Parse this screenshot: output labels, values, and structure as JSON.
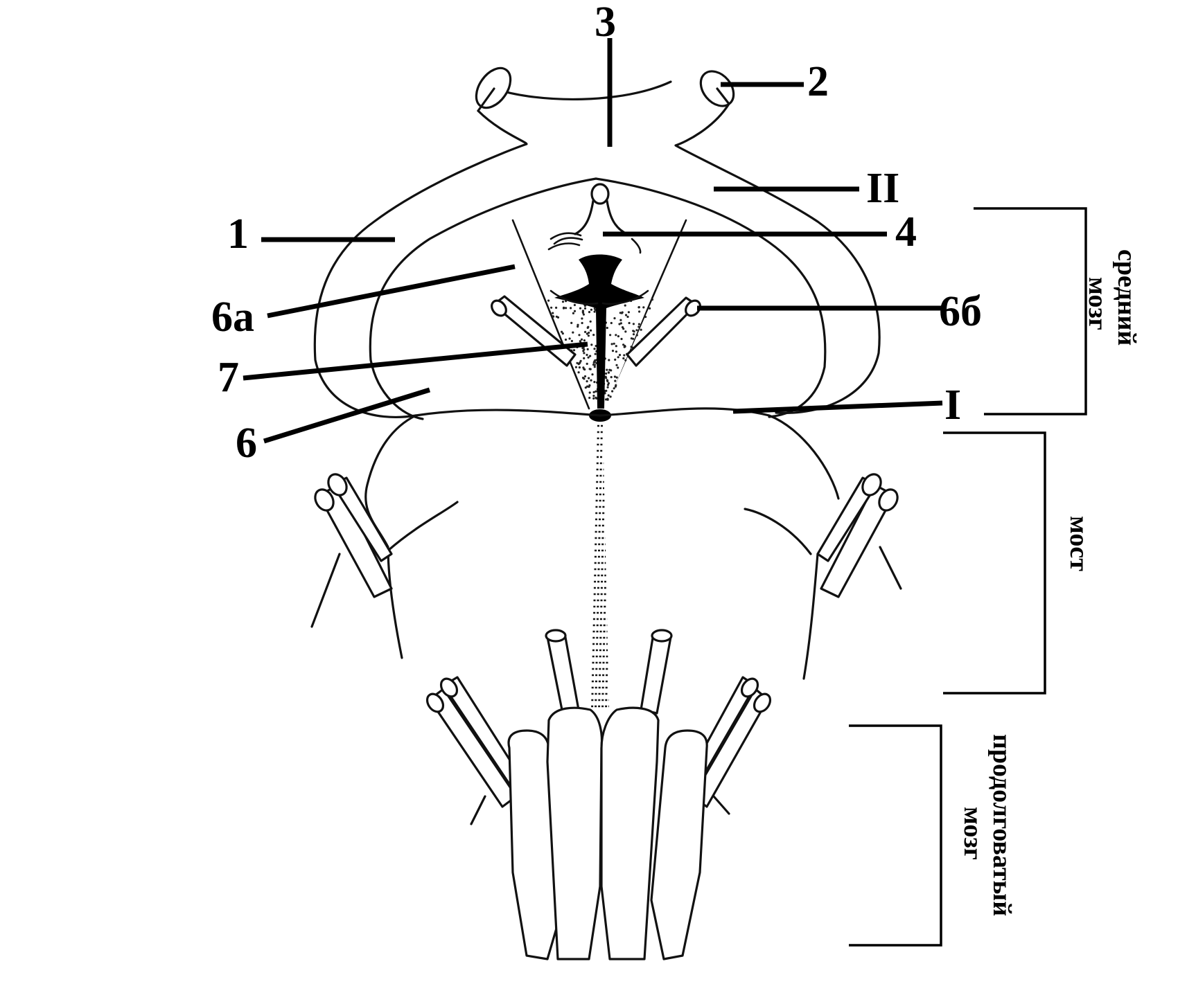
{
  "labels": {
    "l3": "3",
    "l2": "2",
    "lII": "II",
    "l1": "1",
    "l4": "4",
    "l6a": "6а",
    "l6b": "6б",
    "l7": "7",
    "lI": "I",
    "l6": "6"
  },
  "regions": {
    "midbrain_line1": "средний",
    "midbrain_line2": "мозг",
    "pons": "мост",
    "medulla_line1": "продолговатый",
    "medulla_line2": "мозг"
  }
}
